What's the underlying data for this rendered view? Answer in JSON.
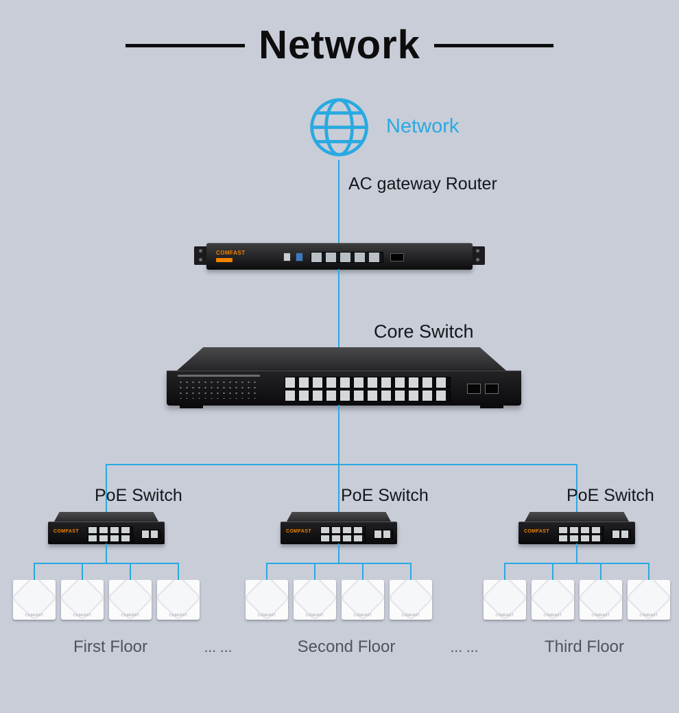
{
  "diagram": {
    "title": "Network",
    "cloud_label": "Network",
    "router_label": "AC gateway Router",
    "core_switch_label": "Core Switch",
    "poe_switch_labels": [
      "PoE Switch",
      "PoE Switch",
      "PoE Switch"
    ],
    "floor_labels": [
      "First Floor",
      "Second Floor",
      "Third Floor"
    ],
    "ellipsis": "... ...",
    "brand": "COMFAST",
    "colors": {
      "accent_blue": "#29a9e1",
      "background": "#c8cdd8",
      "brand_orange": "#f08300",
      "title_black": "#0d0d0d",
      "floor_text": "#50525c"
    }
  }
}
